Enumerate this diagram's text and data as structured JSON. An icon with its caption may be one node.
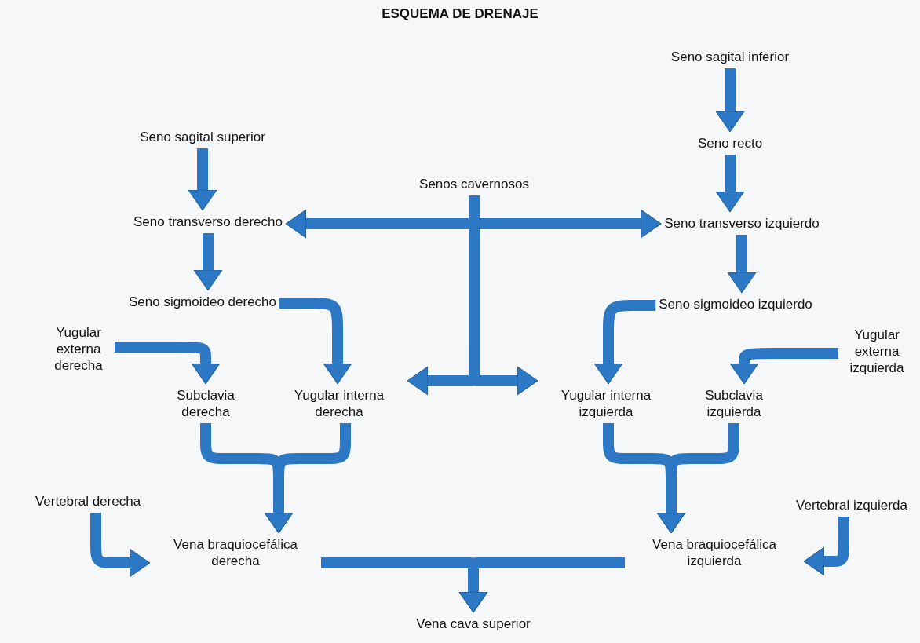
{
  "diagram": {
    "title": "ESQUEMA DE DRENAJE",
    "nodes": [
      {
        "text": [
          "Seno sagital inferior"
        ]
      },
      {
        "text": [
          "Seno recto"
        ]
      },
      {
        "text": [
          "Seno sagital superior"
        ]
      },
      {
        "text": [
          "Senos cavernosos"
        ]
      },
      {
        "text": [
          "Seno transverso derecho"
        ]
      },
      {
        "text": [
          "Seno transverso izquierdo"
        ]
      },
      {
        "text": [
          "Seno sigmoideo derecho"
        ]
      },
      {
        "text": [
          "Seno sigmoideo izquierdo"
        ]
      },
      {
        "text": [
          "Yugular externa derecha"
        ]
      },
      {
        "text": [
          "Yugular externa izquierda"
        ]
      },
      {
        "text": [
          "Subclavia derecha"
        ]
      },
      {
        "text": [
          "Yugular interna derecha"
        ]
      },
      {
        "text": [
          "Yugular interna izquierda"
        ]
      },
      {
        "text": [
          "Subclavia izquierda"
        ]
      },
      {
        "text": [
          "Vertebral derecha"
        ]
      },
      {
        "text": [
          "Vertebral izquierda"
        ]
      },
      {
        "text": [
          "Vena braquiocefálica derecha"
        ]
      },
      {
        "text": [
          "Vena braquiocefálica izquierda"
        ]
      },
      {
        "text": [
          "Vena cava superior"
        ]
      }
    ],
    "edges": [
      {
        "from": 0,
        "to": 1,
        "arrow": "to"
      },
      {
        "from": 1,
        "to": 5,
        "arrow": "to"
      },
      {
        "from": 2,
        "to": 4,
        "arrow": "to"
      },
      {
        "from": 4,
        "to": 6,
        "arrow": "to"
      },
      {
        "from": 5,
        "to": 7,
        "arrow": "to"
      },
      {
        "from": 3,
        "to": 4,
        "arrow": "to"
      },
      {
        "from": 3,
        "to": 5,
        "arrow": "to"
      },
      {
        "from": 3,
        "to": 11,
        "arrow": "to"
      },
      {
        "from": 3,
        "to": 12,
        "arrow": "to"
      },
      {
        "from": 6,
        "to": 11,
        "arrow": "to"
      },
      {
        "from": 7,
        "to": 12,
        "arrow": "to"
      },
      {
        "from": 8,
        "to": 10,
        "arrow": "to"
      },
      {
        "from": 9,
        "to": 13,
        "arrow": "to"
      },
      {
        "from": 10,
        "to": 16,
        "arrow": "to"
      },
      {
        "from": 11,
        "to": 16,
        "arrow": "to"
      },
      {
        "from": 14,
        "to": 16,
        "arrow": "to"
      },
      {
        "from": 12,
        "to": 17,
        "arrow": "to"
      },
      {
        "from": 13,
        "to": 17,
        "arrow": "to"
      },
      {
        "from": 15,
        "to": 17,
        "arrow": "to"
      },
      {
        "from": 16,
        "to": 18,
        "arrow": "to"
      },
      {
        "from": 17,
        "to": 18,
        "arrow": "to"
      }
    ]
  }
}
